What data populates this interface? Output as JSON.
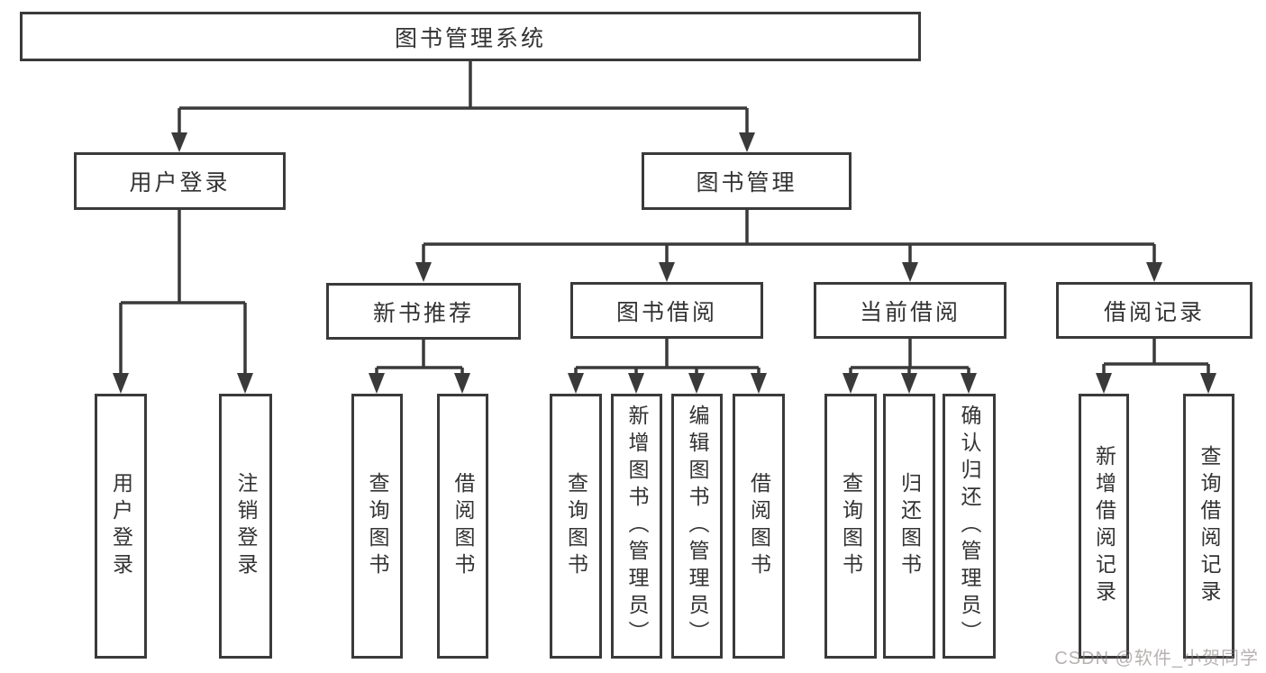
{
  "diagram": {
    "root": {
      "label": "图书管理系统"
    },
    "level2": [
      {
        "id": "user-login",
        "label": "用户登录"
      },
      {
        "id": "book-management",
        "label": "图书管理"
      }
    ],
    "level3": [
      {
        "id": "new-book-recommend",
        "parent": "图书管理",
        "label": "新书推荐"
      },
      {
        "id": "book-borrowing",
        "parent": "图书管理",
        "label": "图书借阅"
      },
      {
        "id": "current-borrowing",
        "parent": "图书管理",
        "label": "当前借阅"
      },
      {
        "id": "borrowing-records",
        "parent": "图书管理",
        "label": "借阅记录"
      }
    ],
    "leaves": [
      {
        "id": "leaf-user-login",
        "parent": "用户登录",
        "label": "用户登录"
      },
      {
        "id": "leaf-logout",
        "parent": "用户登录",
        "label": "注销登录"
      },
      {
        "id": "leaf-nb-query-books",
        "parent": "新书推荐",
        "label": "查询图书"
      },
      {
        "id": "leaf-nb-borrow-books",
        "parent": "新书推荐",
        "label": "借阅图书"
      },
      {
        "id": "leaf-bb-query-books",
        "parent": "图书借阅",
        "label": "查询图书"
      },
      {
        "id": "leaf-bb-add-books",
        "parent": "图书借阅",
        "label": "新增图书（管理员）"
      },
      {
        "id": "leaf-bb-edit-books",
        "parent": "图书借阅",
        "label": "编辑图书（管理员）"
      },
      {
        "id": "leaf-bb-borrow-books",
        "parent": "图书借阅",
        "label": "借阅图书"
      },
      {
        "id": "leaf-cb-query-books",
        "parent": "当前借阅",
        "label": "查询图书"
      },
      {
        "id": "leaf-cb-return-books",
        "parent": "当前借阅",
        "label": "归还图书"
      },
      {
        "id": "leaf-cb-confirm-return",
        "parent": "当前借阅",
        "label": "确认归还（管理员）"
      },
      {
        "id": "leaf-br-add-record",
        "parent": "借阅记录",
        "label": "新增借阅记录"
      },
      {
        "id": "leaf-br-query-record",
        "parent": "借阅记录",
        "label": "查询借阅记录"
      }
    ]
  },
  "watermark": {
    "text": "CSDN @软件_小贺同学"
  },
  "colors": {
    "line": "#3a3a3a",
    "text": "#333333",
    "background": "#ffffff",
    "watermark_text": "#877d7d"
  }
}
